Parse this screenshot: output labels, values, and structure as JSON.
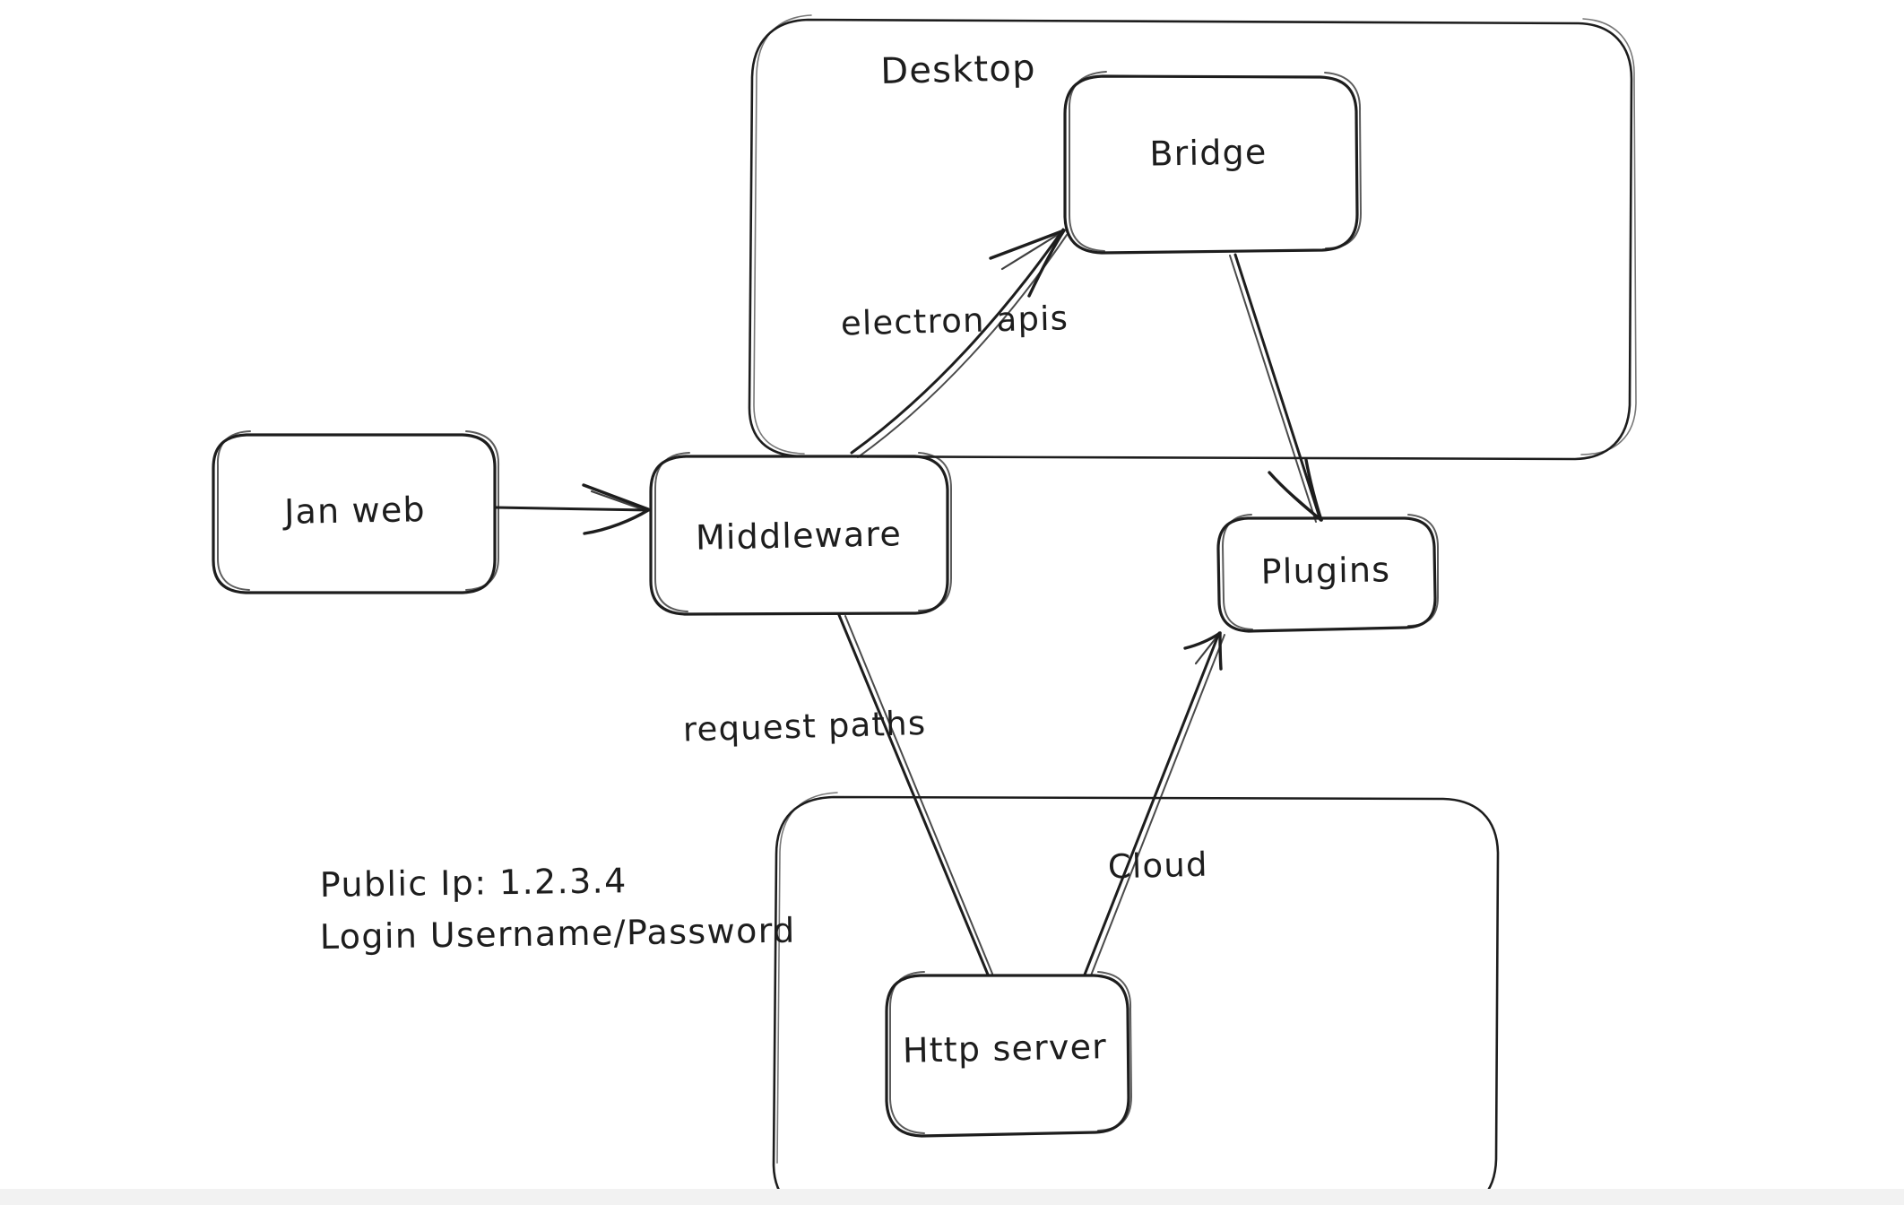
{
  "diagram": {
    "title": "Jan architecture sketch",
    "style": "hand-drawn whiteboard",
    "background_color": "#ffffff",
    "stroke_color": "#1d1d1d",
    "groups": [
      {
        "id": "desktop",
        "label": "Desktop"
      },
      {
        "id": "cloud",
        "label": ""
      }
    ],
    "nodes": [
      {
        "id": "jan-web",
        "label": "Jan web"
      },
      {
        "id": "middleware",
        "label": "Middleware"
      },
      {
        "id": "bridge",
        "label": "Bridge"
      },
      {
        "id": "plugins",
        "label": "Plugins"
      },
      {
        "id": "http-server",
        "label": "Http server"
      }
    ],
    "edges": [
      {
        "id": "jan-web-to-middleware",
        "from": "jan-web",
        "to": "middleware",
        "label": ""
      },
      {
        "id": "middleware-to-bridge",
        "from": "middleware",
        "to": "bridge",
        "label": "electron apis"
      },
      {
        "id": "bridge-to-plugins",
        "from": "bridge",
        "to": "plugins",
        "label": ""
      },
      {
        "id": "middleware-to-http-server",
        "from": "middleware",
        "to": "http-server",
        "label": "request paths"
      },
      {
        "id": "http-server-to-plugins",
        "from": "http-server",
        "to": "plugins",
        "label": "Cloud"
      }
    ],
    "notes": [
      {
        "id": "public-ip",
        "text": "Public Ip: 1.2.3.4"
      },
      {
        "id": "login-cred",
        "text": "Login Username/Password"
      }
    ]
  }
}
